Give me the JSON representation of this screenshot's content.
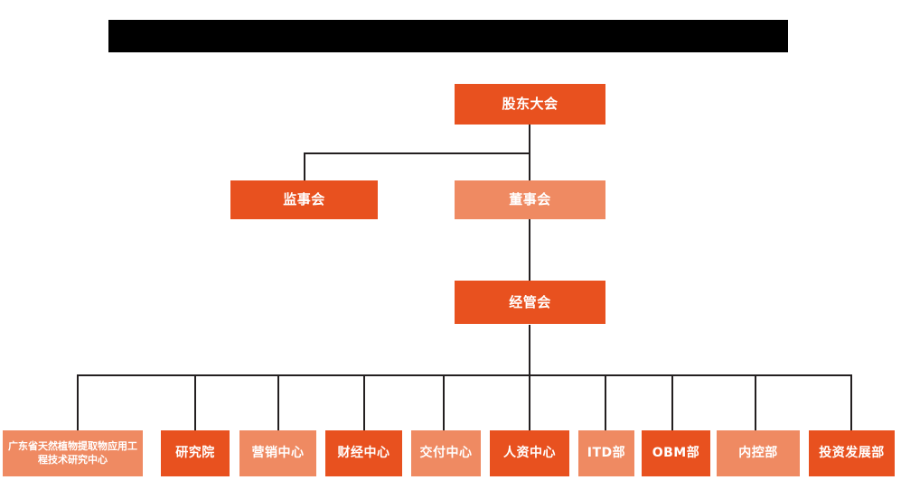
{
  "banner": {
    "label": "",
    "redacted": true,
    "color": "#000000"
  },
  "palette": {
    "dark_orange": "#e8511f",
    "light_orange": "#ef8a62",
    "line": "#231f20",
    "background": "#ffffff",
    "text": "#ffffff"
  },
  "chart_data": {
    "type": "org-chart",
    "title": "",
    "levels": [
      {
        "level": 1,
        "nodes": [
          {
            "id": "shareholders",
            "label": "股东大会",
            "tone": "dark"
          }
        ]
      },
      {
        "level": 2,
        "nodes": [
          {
            "id": "supervisors",
            "label": "监事会",
            "tone": "dark"
          },
          {
            "id": "directors",
            "label": "董事会",
            "tone": "light"
          }
        ]
      },
      {
        "level": 3,
        "nodes": [
          {
            "id": "management",
            "label": "经管会",
            "tone": "dark"
          }
        ]
      },
      {
        "level": 4,
        "nodes": [
          {
            "id": "gd-research-center",
            "label": "广东省天然植物提取物应用工程技术研究中心",
            "tone": "light"
          },
          {
            "id": "research-institute",
            "label": "研究院",
            "tone": "dark"
          },
          {
            "id": "marketing-center",
            "label": "营销中心",
            "tone": "light"
          },
          {
            "id": "finance-center",
            "label": "财经中心",
            "tone": "dark"
          },
          {
            "id": "delivery-center",
            "label": "交付中心",
            "tone": "light"
          },
          {
            "id": "hr-center",
            "label": "人资中心",
            "tone": "dark"
          },
          {
            "id": "itd-dept",
            "label": "ITD部",
            "tone": "light"
          },
          {
            "id": "obm-dept",
            "label": "OBM部",
            "tone": "dark"
          },
          {
            "id": "internal-control-dept",
            "label": "内控部",
            "tone": "light"
          },
          {
            "id": "investment-dev-dept",
            "label": "投资发展部",
            "tone": "dark"
          }
        ]
      }
    ],
    "edges": [
      {
        "from": "shareholders",
        "to": "supervisors"
      },
      {
        "from": "shareholders",
        "to": "directors"
      },
      {
        "from": "directors",
        "to": "management"
      },
      {
        "from": "management",
        "to": "gd-research-center"
      },
      {
        "from": "management",
        "to": "research-institute"
      },
      {
        "from": "management",
        "to": "marketing-center"
      },
      {
        "from": "management",
        "to": "finance-center"
      },
      {
        "from": "management",
        "to": "delivery-center"
      },
      {
        "from": "management",
        "to": "hr-center"
      },
      {
        "from": "management",
        "to": "itd-dept"
      },
      {
        "from": "management",
        "to": "obm-dept"
      },
      {
        "from": "management",
        "to": "internal-control-dept"
      },
      {
        "from": "management",
        "to": "investment-dev-dept"
      }
    ]
  }
}
